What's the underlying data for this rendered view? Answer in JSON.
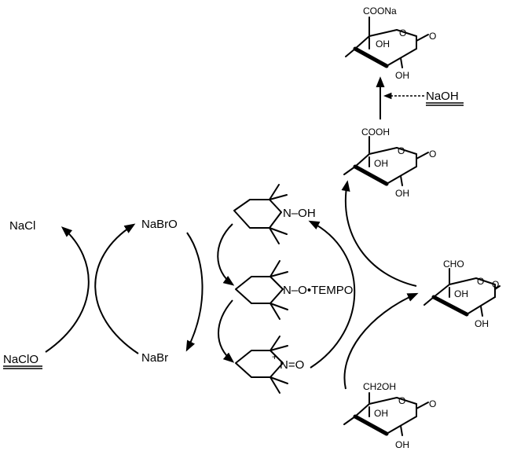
{
  "reagents": {
    "nacl": "NaCl",
    "nabro": "NaBrO",
    "naclo": "NaClO",
    "nabr": "NaBr",
    "naoh": "NaOH"
  },
  "tempo": {
    "hydroxylamine_group": "N–OH",
    "radical_group": "N–O•TEMPO",
    "oxoammonium_plus": "+",
    "oxoammonium_group": "N=O"
  },
  "sugars": {
    "carboxylate_sodium": {
      "substituent": "COONa",
      "ring_oxygen": "O",
      "hydroxyl_3": "OH",
      "hydroxyl_2": "OH",
      "glycosidic": "O"
    },
    "carboxylic_acid": {
      "substituent": "COOH",
      "ring_oxygen": "O",
      "hydroxyl_3": "OH",
      "hydroxyl_2": "OH",
      "glycosidic": "O"
    },
    "aldehyde": {
      "substituent": "CHO",
      "ring_oxygen": "O",
      "hydroxyl_3": "OH",
      "hydroxyl_2": "OH",
      "glycosidic": "O"
    },
    "primary_alcohol": {
      "substituent": "CH2OH",
      "ring_oxygen": "O",
      "hydroxyl_3": "OH",
      "hydroxyl_2": "OH",
      "glycosidic": "O"
    }
  }
}
